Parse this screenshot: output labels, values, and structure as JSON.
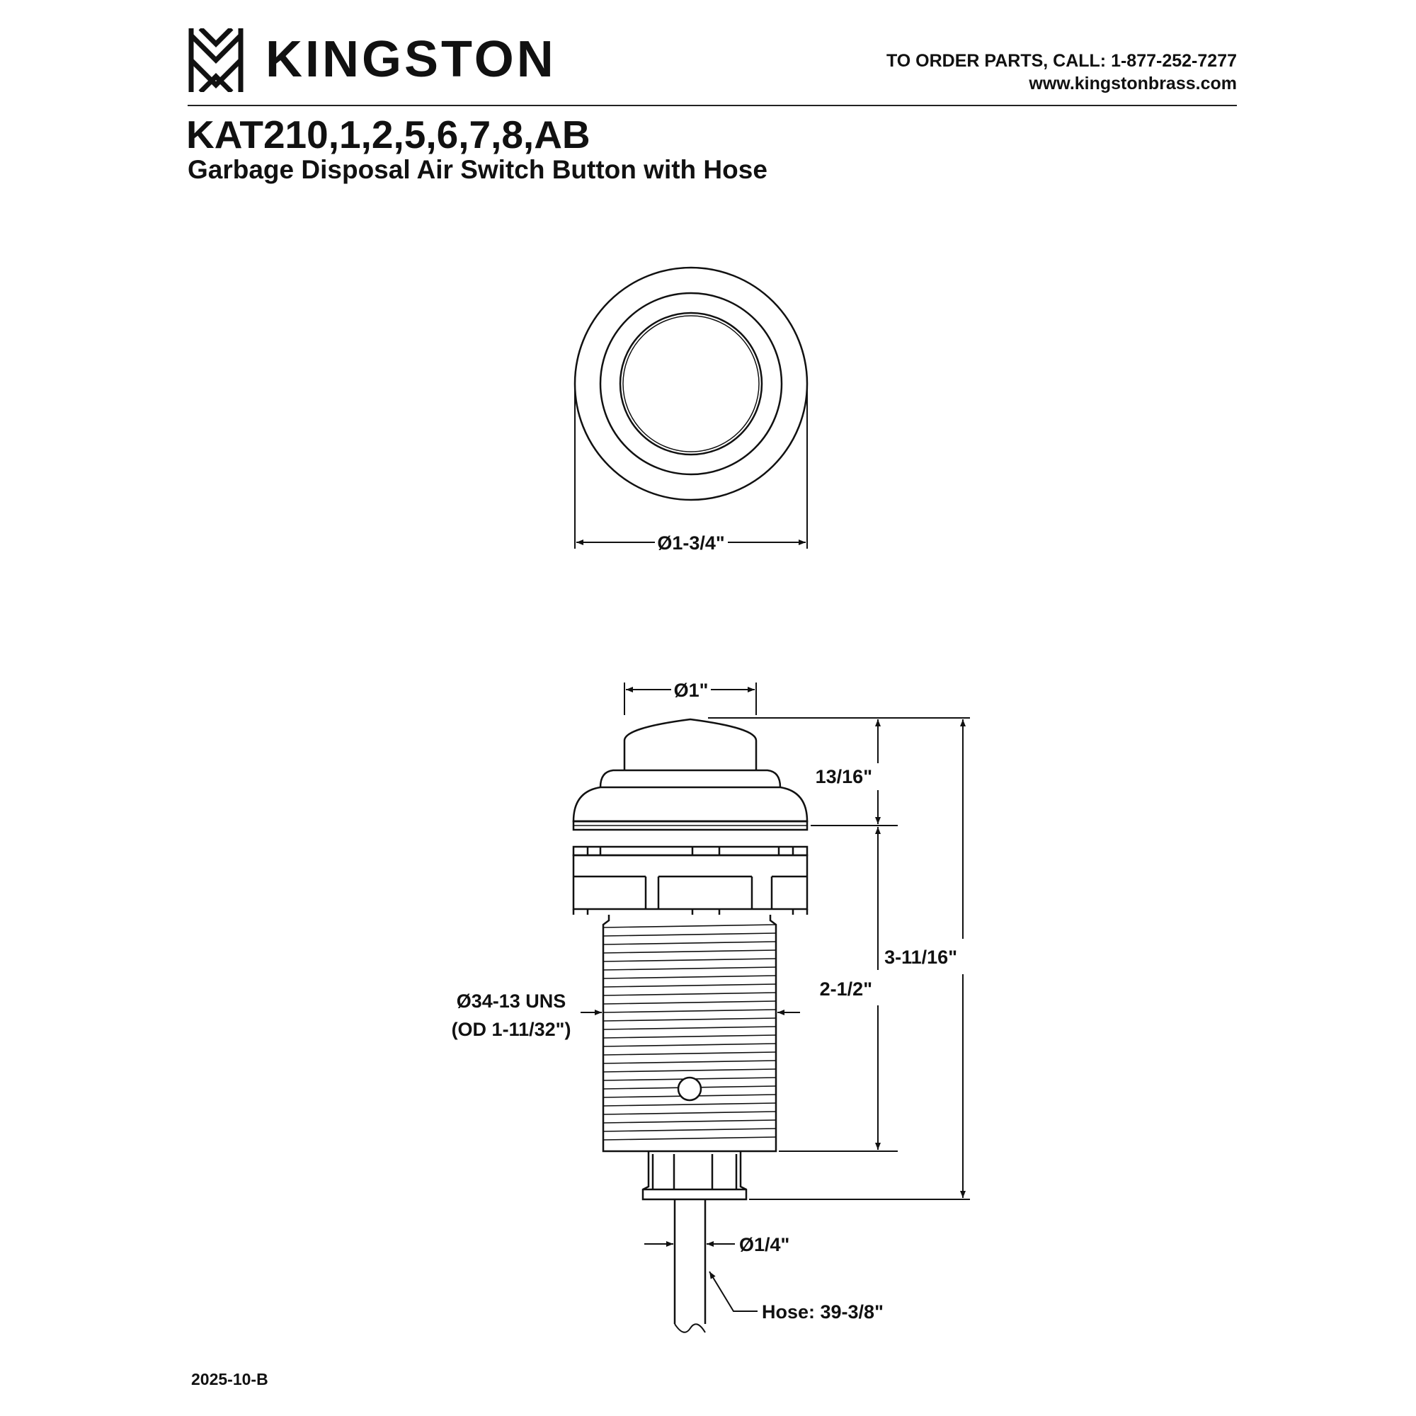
{
  "header": {
    "brand_name": "KINGSTON",
    "order_phone": "TO ORDER PARTS, CALL: 1-877-252-7277",
    "website": "www.kingstonbrass.com"
  },
  "product": {
    "model": "KAT210,1,2,5,6,7,8,AB",
    "description": "Garbage Disposal Air Switch Button with Hose"
  },
  "dimensions": {
    "top_view_diameter": "Ø1-3/4\"",
    "button_diameter": "Ø1\"",
    "cap_height": "13/16\"",
    "thread_length": "2-1/2\"",
    "overall_height": "3-11/16\"",
    "thread_spec": "Ø34-13 UNS",
    "thread_od": "(OD 1-11/32\")",
    "hose_diameter": "Ø1/4\"",
    "hose_length": "Hose: 39-3/8\""
  },
  "footer": {
    "revision": "2025-10-B"
  }
}
